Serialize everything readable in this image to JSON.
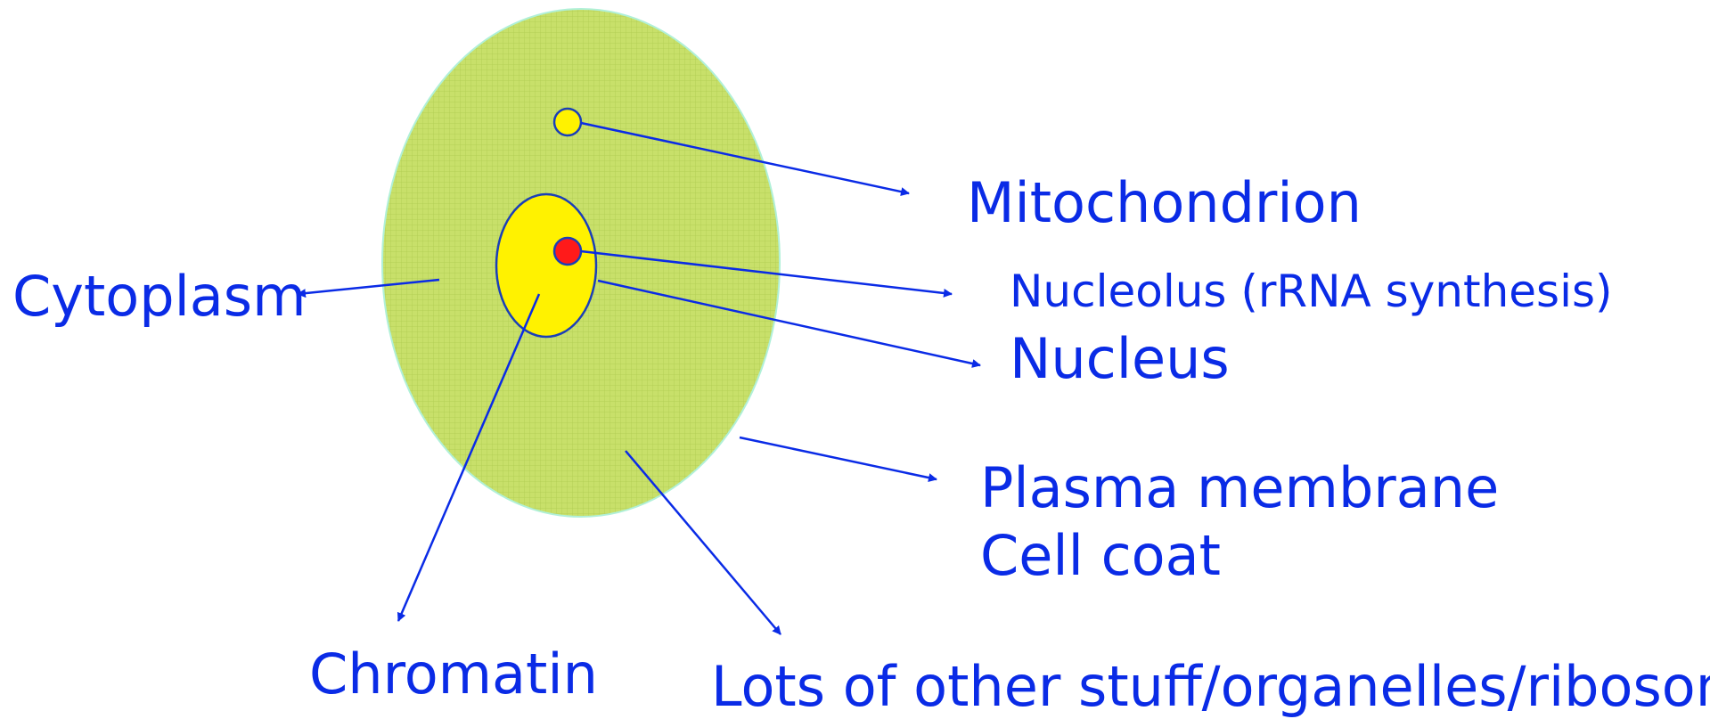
{
  "labels": {
    "mitochondrion": "Mitochondrion",
    "nucleolus": "Nucleolus (rRNA synthesis)",
    "nucleus": "Nucleus",
    "cytoplasm": "Cytoplasm",
    "plasma_membrane": "Plasma membrane",
    "cell_coat": "Cell coat",
    "chromatin": "Chromatin",
    "other_stuff": "Lots of other stuff/organelles/ribosome"
  },
  "colors": {
    "label_text": "#0a2be6",
    "arrow": "#0a2be6",
    "cell_fill": "#c8e06a",
    "cell_outline": "#b0f0d8",
    "nucleus_fill": "#fff200",
    "nucleus_outline": "#1a3fb8",
    "nucleolus_fill": "#ff1a1a",
    "mitochondrion_fill": "#fff200"
  }
}
